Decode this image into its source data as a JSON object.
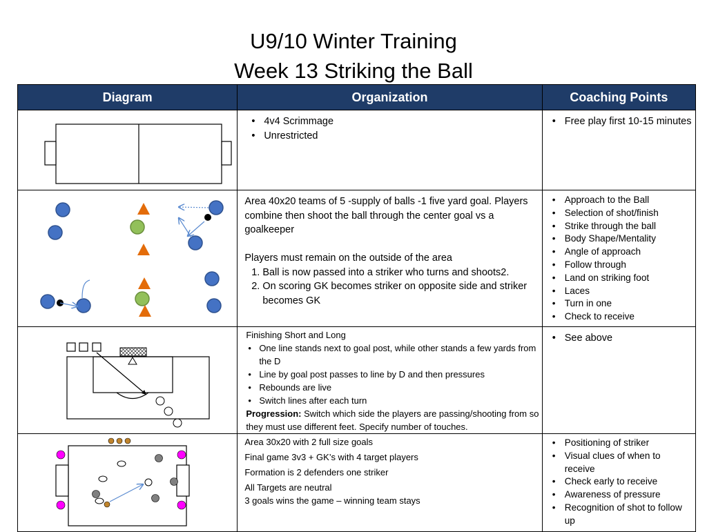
{
  "title_line1": "U9/10 Winter Training",
  "title_line2": "Week 13 Striking the Ball",
  "headers": {
    "diagram": "Diagram",
    "organization": "Organization",
    "coaching_points": "Coaching Points"
  },
  "rows": [
    {
      "organization_bullets": [
        "4v4 Scrimmage",
        "Unrestricted"
      ],
      "coaching_points": [
        "Free play first 10-15 minutes"
      ]
    },
    {
      "organization_para": "Area 40x20 teams of 5 -supply of balls -1 five yard goal. Players combine then shoot the ball through the center goal vs a goalkeeper",
      "organization_note": "Players must remain on the outside of the area",
      "organization_steps": [
        "Ball is now passed into a striker who turns and shoots2.",
        "On scoring GK becomes striker on opposite side and striker becomes GK"
      ],
      "coaching_points": [
        "Approach to the Ball",
        "Selection of shot/finish",
        "Strike through the ball",
        "Body Shape/Mentality",
        "Angle of approach",
        "Follow through",
        "Land on striking foot",
        "Laces",
        "Turn in one",
        "Check to receive"
      ]
    },
    {
      "organization_heading": "Finishing Short and Long",
      "organization_bullets": [
        "One line stands next to goal post, while other stands a few yards from the D",
        "Line by goal post passes to line by D and then pressures",
        "Rebounds are live",
        "Switch lines after each turn"
      ],
      "progression_label": "Progression:",
      "progression_text": " Switch which side the players are passing/shooting from so they must use different feet.  Specify number of touches.",
      "coaching_points": [
        "See above"
      ]
    },
    {
      "organization_lines": [
        "Area 30x20    with 2 full size goals",
        "Final game 3v3 + GK’s with 4 target players",
        "Formation is 2 defenders one striker",
        "All Targets are neutral"
      ],
      "organization_last": "3 goals wins the game – winning team stays",
      "coaching_points": [
        "Positioning of striker",
        "Visual clues of when to receive",
        "Check early to receive",
        "Awareness of pressure",
        "Recognition of shot to follow up"
      ]
    }
  ],
  "colors": {
    "header_bg": "#1f3c68",
    "player_blue": "#4472c4",
    "player_green": "#92c05a",
    "cone_orange": "#e36c0a",
    "target_magenta": "#ff00ff",
    "player_gray": "#808080"
  },
  "icons": [
    "field-diagram",
    "player-marker",
    "cone-marker",
    "ball-marker",
    "goal-net"
  ]
}
